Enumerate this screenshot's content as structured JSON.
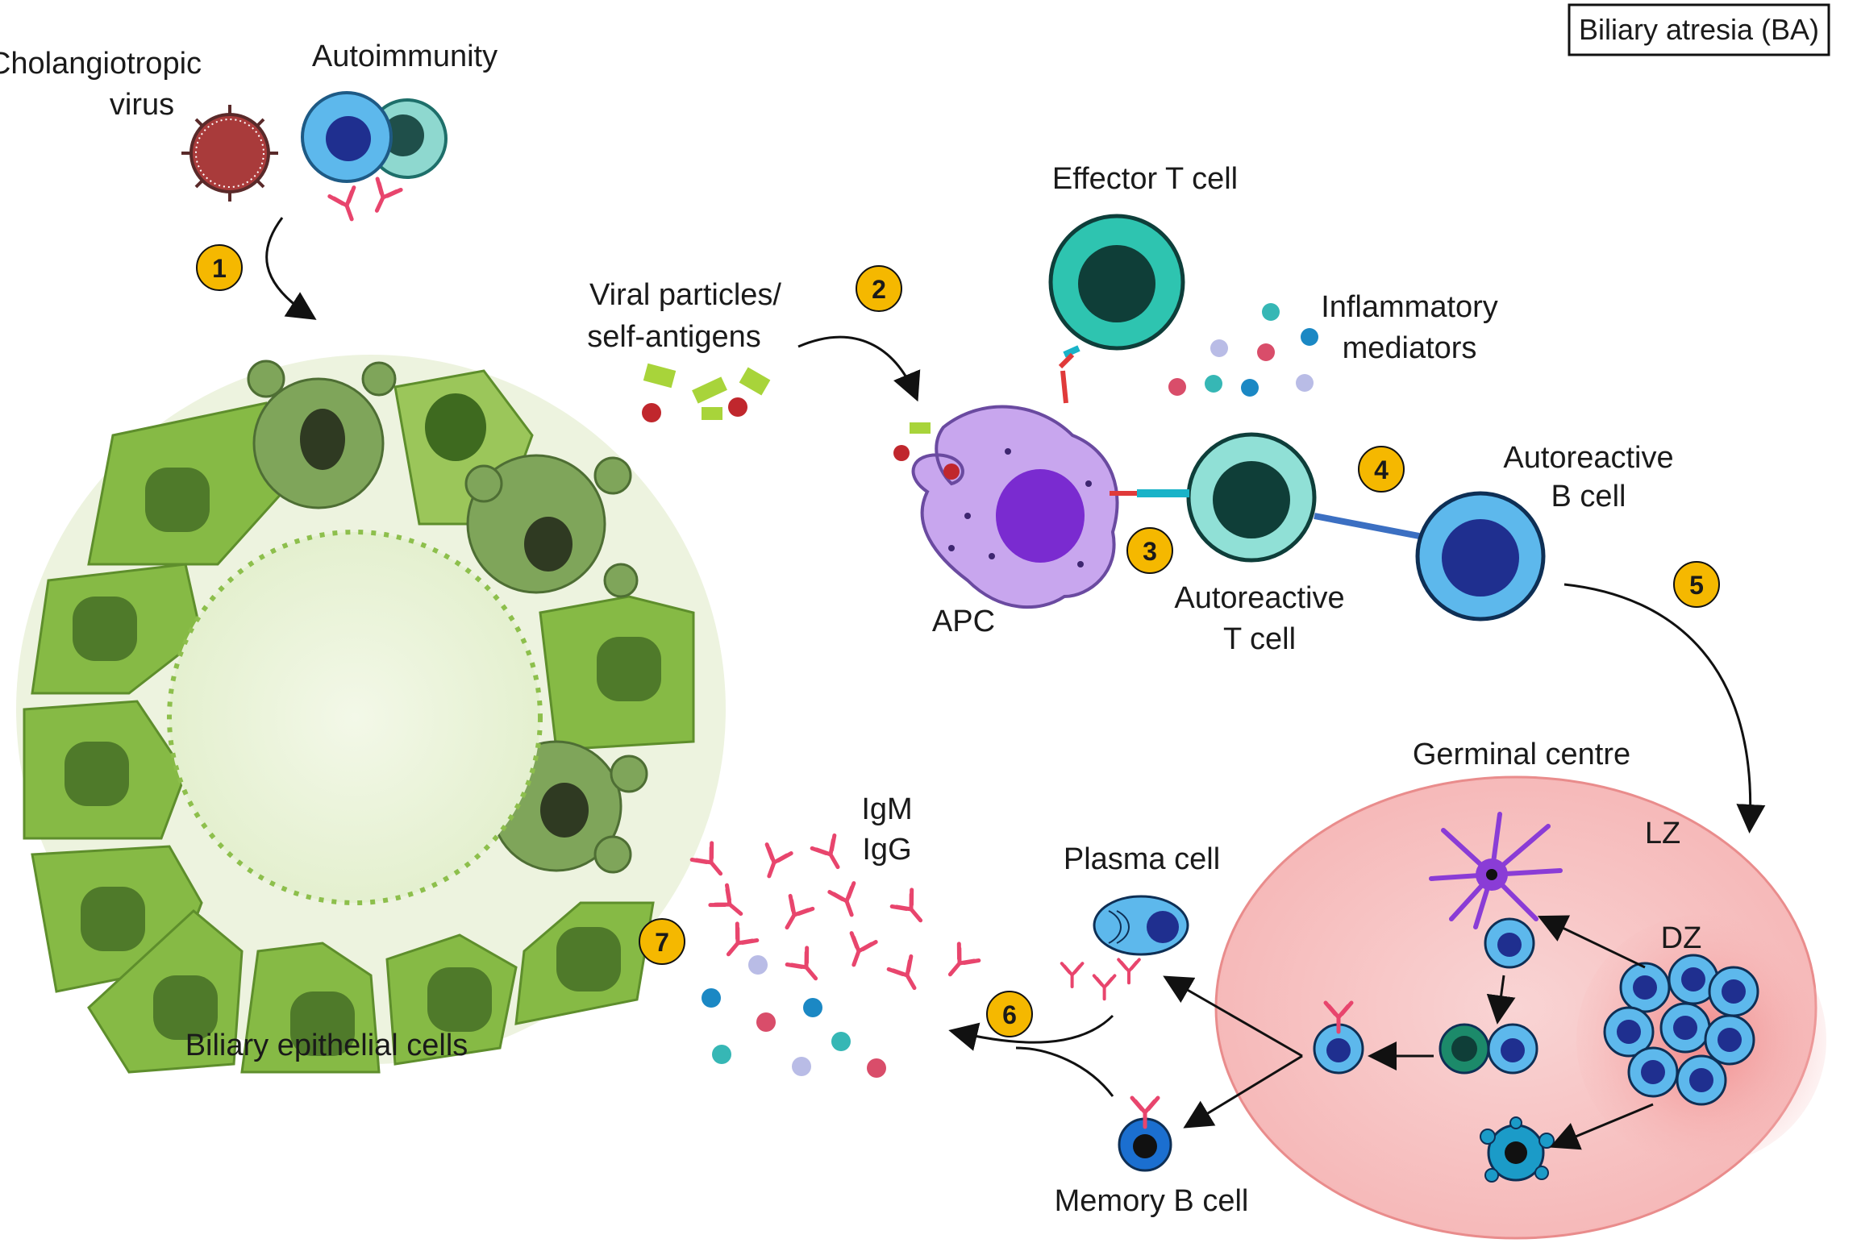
{
  "badge": "Biliary atresia (BA)",
  "labels": {
    "virus_line1": "Cholangiotropic",
    "virus_line2": "virus",
    "autoimmunity": "Autoimmunity",
    "viral_particles_line1": "Viral particles/",
    "viral_particles_line2": "self-antigens",
    "effector_t": "Effector T cell",
    "inflammatory_line1": "Inflammatory",
    "inflammatory_line2": "mediators",
    "apc": "APC",
    "autoreactive_t_line1": "Autoreactive",
    "autoreactive_t_line2": "T cell",
    "autoreactive_b_line1": "Autoreactive",
    "autoreactive_b_line2": "B cell",
    "germinal_centre": "Germinal centre",
    "lz": "LZ",
    "dz": "DZ",
    "plasma_cell": "Plasma cell",
    "memory_b": "Memory B cell",
    "igm": "IgM",
    "igg": "IgG",
    "biliary_epithelial": "Biliary epithelial cells"
  },
  "steps": [
    "1",
    "2",
    "3",
    "4",
    "5",
    "6",
    "7"
  ],
  "colors": {
    "step_circle": "#F5B800",
    "epithelial_green": "#8DBF4C",
    "nucleus_green": "#4F7A2A",
    "t_cell_teal": "#2EC4B0",
    "b_cell_blue": "#2E9BE0",
    "apc_purple": "#C8A6EE",
    "antibody_pink": "#E8456D",
    "germinal_pink": "#F8C9C9"
  }
}
